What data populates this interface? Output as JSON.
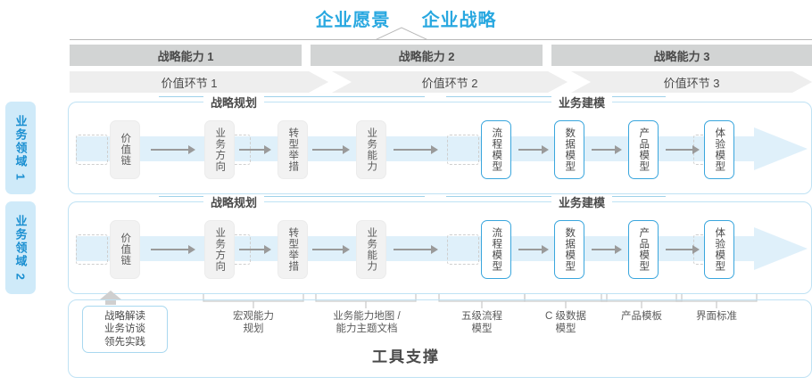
{
  "header": {
    "vision": "企业愿景",
    "strategy": "企业战略"
  },
  "capabilities": [
    {
      "label": "战略能力 1"
    },
    {
      "label": "战略能力 2"
    },
    {
      "label": "战略能力 3"
    }
  ],
  "value_chain": [
    {
      "label": "价值环节 1"
    },
    {
      "label": "价值环节 2"
    },
    {
      "label": "价值环节 3"
    }
  ],
  "domains": [
    {
      "label": "业务领域 1"
    },
    {
      "label": "业务领域 2"
    }
  ],
  "groups": [
    {
      "label": "战略规划"
    },
    {
      "label": "业务建模"
    }
  ],
  "nodes": [
    {
      "label": "价值链",
      "style": "gray"
    },
    {
      "label": "业务方向",
      "style": "gray"
    },
    {
      "label": "转型举措",
      "style": "gray"
    },
    {
      "label": "业务能力",
      "style": "gray"
    },
    {
      "label": "流程模型",
      "style": "blue"
    },
    {
      "label": "数据模型",
      "style": "blue"
    },
    {
      "label": "产品模型",
      "style": "blue"
    },
    {
      "label": "体验模型",
      "style": "blue"
    }
  ],
  "tool_labels": [
    {
      "line1": "战略解读",
      "line2": "业务访谈",
      "line3": "领先实践",
      "highlight": true
    },
    {
      "line1": "宏观能力",
      "line2": "规划",
      "line3": "",
      "highlight": false
    },
    {
      "line1": "业务能力地图 /",
      "line2": "能力主题文档",
      "line3": "",
      "highlight": false
    },
    {
      "line1": "五级流程",
      "line2": "模型",
      "line3": "",
      "highlight": false
    },
    {
      "line1": "C 级数据",
      "line2": "模型",
      "line3": "",
      "highlight": false
    },
    {
      "line1": "产品模板",
      "line2": "",
      "line3": "",
      "highlight": false
    },
    {
      "line1": "界面标准",
      "line2": "",
      "line3": "",
      "highlight": false
    }
  ],
  "footer": {
    "label": "工具支撑"
  },
  "colors": {
    "accent_blue": "#29a8e0",
    "node_blue_border": "#3aa6dd",
    "band_gray": "#d2d4d4",
    "chevron_gray": "#eeeeee",
    "domain_tab": "#cfeaf9",
    "arrow_fill": "#d9edf9"
  }
}
